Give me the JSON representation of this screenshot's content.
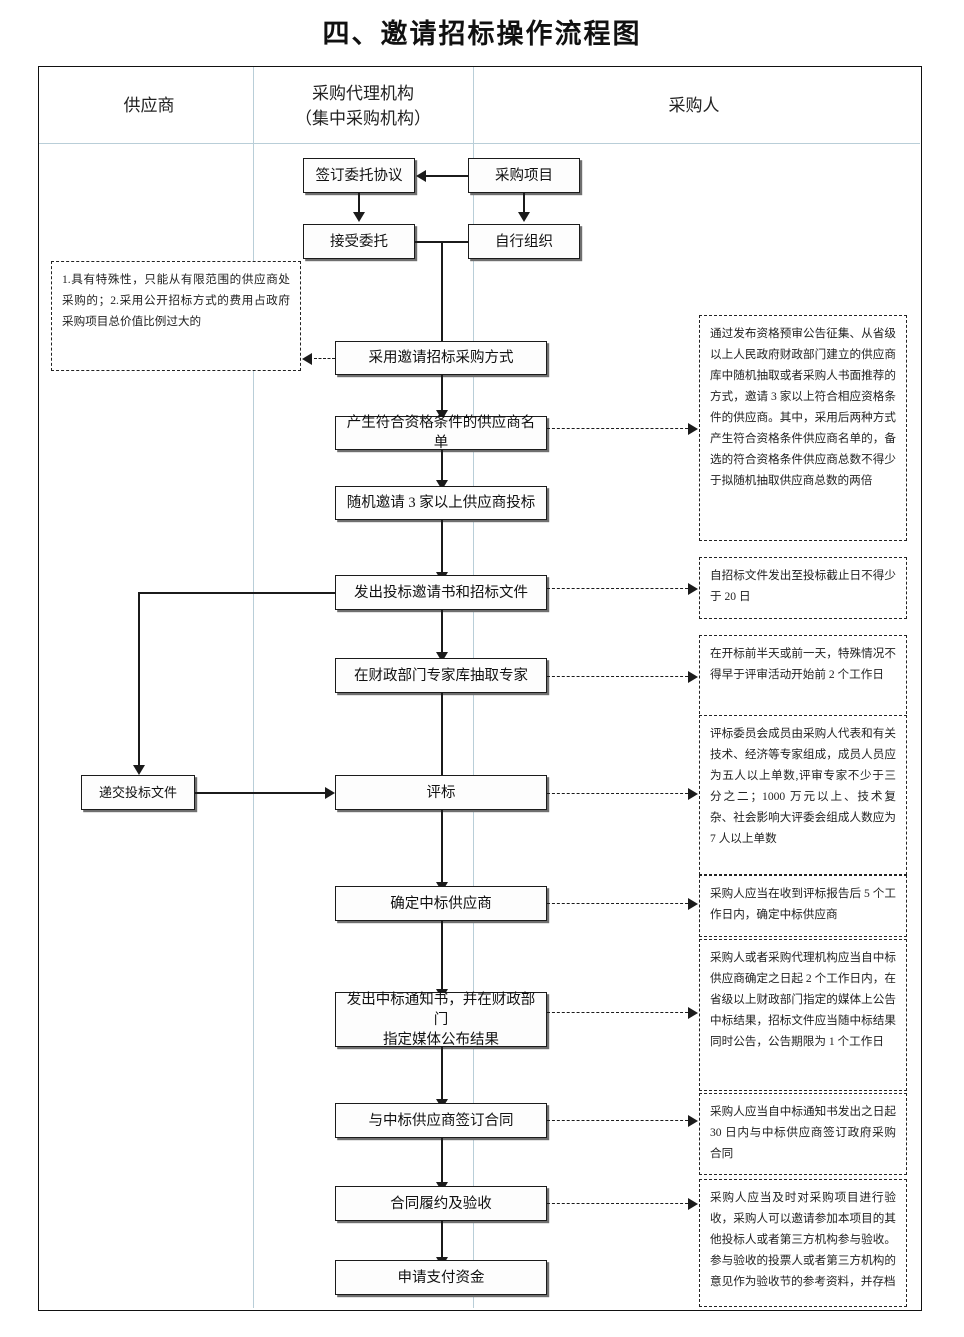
{
  "document": {
    "title": "四、邀请招标操作流程图"
  },
  "columns": [
    {
      "id": "supplier",
      "label": "供应商"
    },
    {
      "id": "agency",
      "label_line1": "采购代理机构",
      "label_line2": "（集中采购机构）"
    },
    {
      "id": "purchaser",
      "label": "采购人"
    }
  ],
  "nodes": {
    "sign_entrust": "签订委托协议",
    "procurement_project": "采购项目",
    "accept_entrust": "接受委托",
    "self_organize": "自行组织",
    "use_invited_bidding": "采用邀请招标采购方式",
    "generate_supplier_list": "产生符合资格条件的供应商名单",
    "invite_three_suppliers": "随机邀请 3 家以上供应商投标",
    "issue_invitation_docs": "发出投标邀请书和招标文件",
    "draw_experts": "在财政部门专家库抽取专家",
    "submit_bid_docs": "递交投标文件",
    "bid_evaluation": "评标",
    "determine_winner": "确定中标供应商",
    "issue_award_notice_line1": "发出中标通知书，并在财政部门",
    "issue_award_notice_line2": "指定媒体公布结果",
    "sign_contract": "与中标供应商签订合同",
    "contract_performance_acceptance": "合同履约及验收",
    "apply_payment": "申请支付资金"
  },
  "notes": {
    "left_conditions": "1.具有特殊性，只能从有限范围的供应商处采购的；2.采用公开招标方式的费用占政府采购项目总价值比例过大的",
    "supplier_list_rule": "通过发布资格预审公告征集、从省级以上人民政府财政部门建立的供应商库中随机抽取或者采购人书面推荐的方式，邀请 3 家以上符合相应资格条件的供应商。其中，采用后两种方式产生符合资格条件供应商名单的，备选的符合资格条件供应商总数不得少于拟随机抽取供应商总数的两倍",
    "bid_deadline_rule": "自招标文件发出至投标截止日不得少于 20 日",
    "expert_draw_rule": "在开标前半天或前一天，特殊情况不得早于评审活动开始前 2 个工作日",
    "evaluation_committee_rule": "评标委员会成员由采购人代表和有关技术、经济等专家组成，成员人员应为五人以上单数,评审专家不少于三分之二；1000 万元以上、技术复杂、社会影响大评委会组成人数应为 7 人以上单数",
    "determine_winner_rule": "采购人应当在收到评标报告后 5 个工作日内，确定中标供应商",
    "announcement_rule": "采购人或者采购代理机构应当自中标供应商确定之日起 2 个工作日内，在省级以上财政部门指定的媒体上公告中标结果，招标文件应当随中标结果同时公告，公告期限为 1 个工作日",
    "contract_sign_rule": "采购人应当自中标通知书发出之日起 30 日内与中标供应商签订政府采购合同",
    "acceptance_rule": "采购人应当及时对采购项目进行验收，采购人可以邀请参加本项目的其他投标人或者第三方机构参与验收。参与验收的投票人或者第三方机构的意见作为验收节的参考资料，并存档"
  },
  "colors": {
    "line": "#1b1b1b",
    "divider": "#b9ced8",
    "box_fill": "#fdfdfd",
    "shadow": "#6f6f6f"
  }
}
